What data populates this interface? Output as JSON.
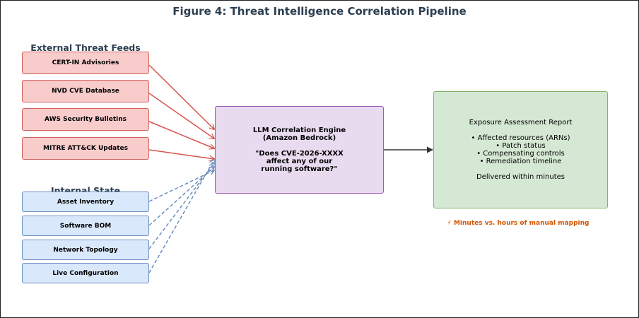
{
  "title": "Figure 4: Threat Intelligence Correlation Pipeline",
  "feeds": {
    "heading": "External Threat Feeds",
    "items": [
      "CERT-IN Advisories",
      "NVD CVE Database",
      "AWS Security Bulletins",
      "MITRE ATT&CK Updates"
    ]
  },
  "internal": {
    "heading": "Internal State",
    "items": [
      "Asset Inventory",
      "Software BOM",
      "Network Topology",
      "Live Configuration"
    ]
  },
  "engine": {
    "line1": "LLM Correlation Engine",
    "line2": "(Amazon Bedrock)",
    "query1": "\"Does CVE-2026-XXXX",
    "query2": "affect any of our",
    "query3": "running software?\""
  },
  "report": {
    "title": "Exposure Assessment Report",
    "bullets": [
      "• Affected resources (ARNs)",
      "• Patch status",
      "• Compensating controls",
      "• Remediation timeline"
    ],
    "footer": "Delivered within minutes"
  },
  "note": "⚡ Minutes vs. hours of manual mapping",
  "colors": {
    "feed_arrow": "#d9534f",
    "state_arrow": "#6c8ebf",
    "output_arrow": "#333333"
  }
}
